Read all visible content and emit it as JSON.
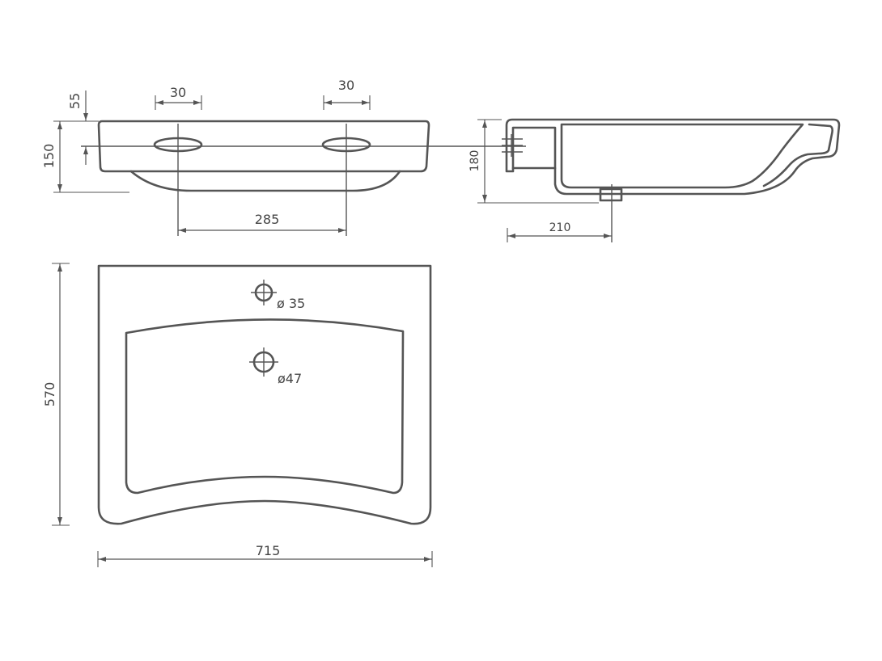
{
  "front_view": {
    "dim_tap_hole_left_width": "30",
    "dim_tap_hole_right_width": "30",
    "dim_top_offset": "55",
    "dim_total_height": "150",
    "dim_hole_spacing": "285"
  },
  "side_view": {
    "dim_height": "180",
    "dim_drain_offset": "210"
  },
  "top_view": {
    "dim_tap_hole_diameter": "ø 35",
    "dim_drain_diameter": "ø47",
    "dim_depth": "570",
    "dim_width": "715"
  }
}
